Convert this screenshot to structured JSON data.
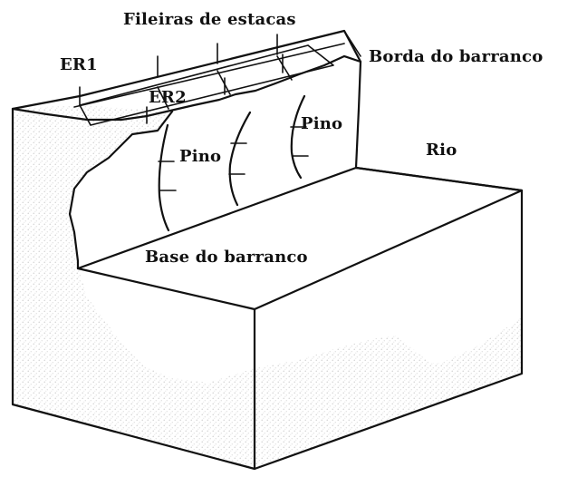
{
  "labels": {
    "stake_rows": "Fileiras de estacas",
    "er1": "ER1",
    "er2": "ER2",
    "bank_edge": "Borda do barranco",
    "pin_right": "Pino",
    "pin_left": "Pino",
    "river": "Rio",
    "bank_base": "Base do barranco"
  },
  "colors": {
    "ink": "#111111",
    "stipple": "#c9c9c9",
    "paper": "#ffffff"
  }
}
